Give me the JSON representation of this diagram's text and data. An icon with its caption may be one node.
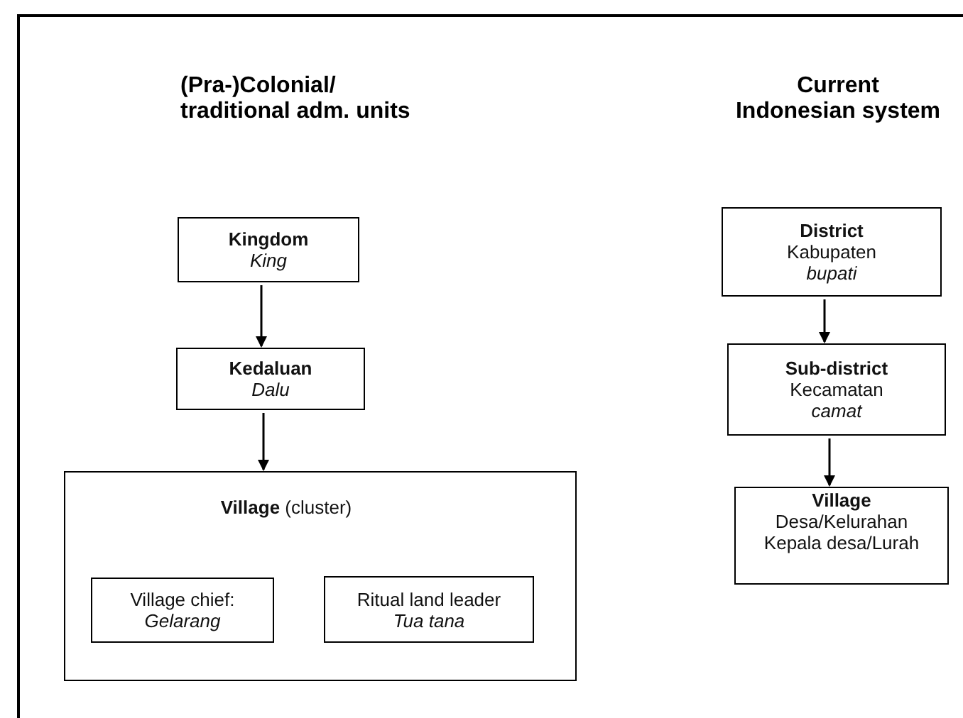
{
  "diagram": {
    "nodes": [
      {
        "text": [
          "Kingdom",
          "King"
        ]
      },
      {
        "text": [
          "Kedaluan",
          "Dalu"
        ]
      },
      {
        "text": [
          "**Village** (cluster)"
        ]
      },
      {
        "text": [
          "Village chief:",
          "Gelarang"
        ],
        "in": 2
      },
      {
        "text": [
          "Ritual land leader",
          "Tua tana"
        ],
        "in": 2
      },
      {
        "text": [
          "District",
          "Kabupaten",
          "bupati"
        ]
      },
      {
        "text": [
          "Sub-district",
          "Kecamatan",
          "camat"
        ]
      },
      {
        "text": [
          "Village",
          "Desa/Kelurahan",
          "Kepala desa/Lurah"
        ]
      }
    ],
    "edges": [
      {
        "from": 0,
        "to": 1,
        "arrow": "to"
      },
      {
        "from": 1,
        "to": 2,
        "arrow": "to"
      },
      {
        "from": 5,
        "to": 6,
        "arrow": "to"
      },
      {
        "from": 6,
        "to": 7,
        "arrow": "to"
      }
    ],
    "labels": [
      "(Pra-)Colonial/ traditional adm. units",
      "Current",
      "Indonesian system"
    ]
  }
}
